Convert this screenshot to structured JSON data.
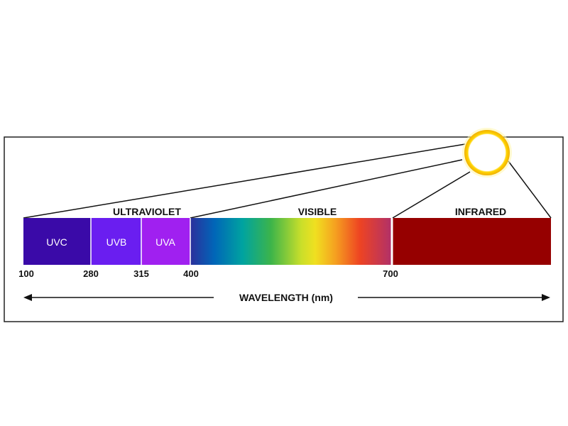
{
  "regions": {
    "ultraviolet": "ULTRAVIOLET",
    "visible": "VISIBLE",
    "infrared": "INFRARED"
  },
  "bands": {
    "uvc": "UVC",
    "uvb": "UVB",
    "uva": "UVA"
  },
  "ticks": [
    "100",
    "280",
    "315",
    "400",
    "700"
  ],
  "axis": {
    "label": "WAVELENGTH (nm)"
  },
  "colors": {
    "uvc": "#3a0aa8",
    "uvb": "#6a1ef0",
    "uva": "#a020f0",
    "infrared": "#960000",
    "sun_ring": "#f5c400",
    "visible_gradient": [
      "#2c2f9c",
      "#0066b8",
      "#00a3a0",
      "#3cb44a",
      "#c9df2a",
      "#f0e020",
      "#f5a020",
      "#ee4422",
      "#b0306a"
    ]
  },
  "icons": {
    "sun": "sun-icon"
  }
}
